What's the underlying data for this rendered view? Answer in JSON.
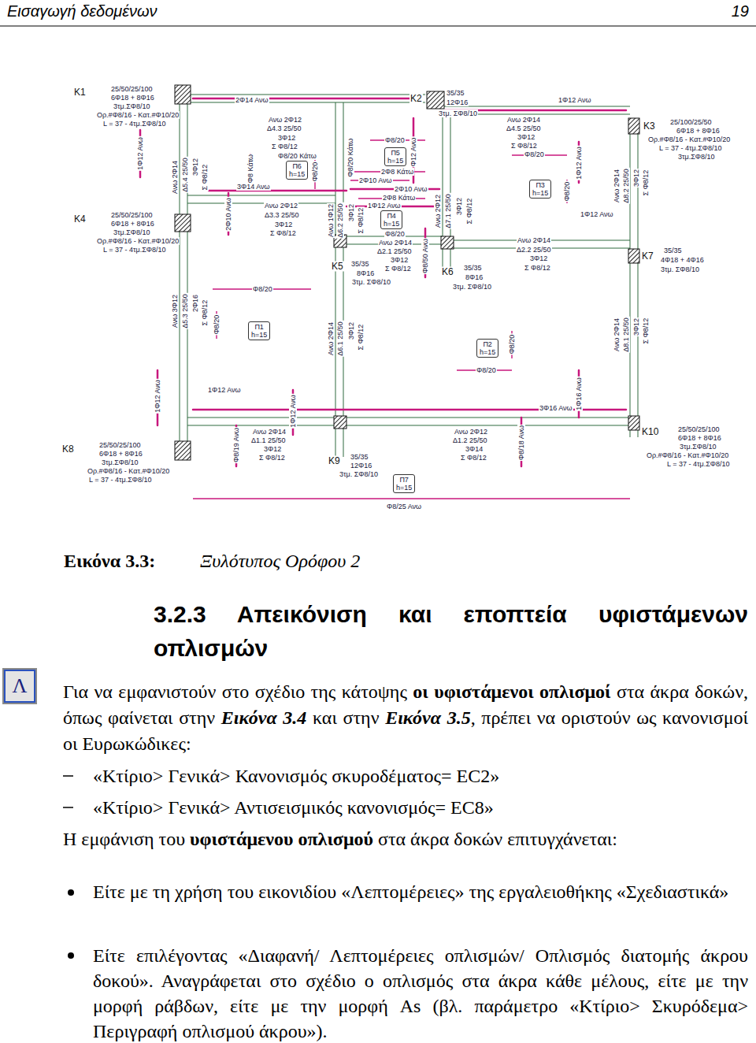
{
  "diagram": {
    "title": "3.2.3 Απεικόνιση και εποπτεία υφιστάμενων οπλισμών",
    "nodes": [
      {
        "text": [
          "Π5",
          "h=15"
        ]
      },
      {
        "text": [
          "Π6",
          "h=15"
        ]
      },
      {
        "text": [
          "Π3",
          "h=15"
        ]
      },
      {
        "text": [
          "Π4",
          "h=15"
        ]
      },
      {
        "text": [
          "Π1",
          "h=15"
        ]
      },
      {
        "text": [
          "Π2",
          "h=15"
        ]
      },
      {
        "text": [
          "Π7",
          "h=15"
        ]
      },
      {
        "text": [
          "Λ"
        ]
      }
    ],
    "labels": [
      "Εισαγωγή δεδομένων",
      "19",
      "K1",
      "25/50/25/100",
      "6Φ18 + 8Φ16",
      "3τμ.ΣΦ8/10",
      "Ορ.#Φ8/16 - Κατ.#Φ10/20",
      "L = 37 - 4τμ.ΣΦ8/10",
      "1Φ12 Ανω",
      "K4",
      "25/50/25/100",
      "6Φ18 + 8Φ16",
      "3τμ.ΣΦ8/10",
      "Ορ.#Φ8/16 - Κατ.#Φ10/20",
      "L = 37 - 4τμ.ΣΦ8/10",
      "Ανω 2Φ14",
      "Δ5.4 25/50",
      "3Φ12",
      "Σ Φ8/12",
      "2Φ14 Ανω",
      "Ανω 2Φ12",
      "Δ4.3 25/50",
      "3Φ12",
      "Σ Φ8/12",
      "Φ8/20 Κάτω",
      "Φ8 Κάτω",
      "Φ8/20",
      "3Φ14 Ανω",
      "2Φ10 Ανω",
      "Ανω 2Φ12",
      "Δ3.3 25/50",
      "3Φ12",
      "Σ Φ8/12",
      "Φ8/20",
      "K2",
      "35/35",
      "12Φ16",
      "3τμ. ΣΦ8/10",
      "Φ8/20",
      "Φ8/20 Κάτω",
      "Φ12 Ανω",
      "2Φ8 Κάτω",
      "2Φ10 Ανω",
      "2Φ10 Ανω",
      "2Φ8 Κάτω",
      "1Φ12 Ανω",
      "Φ8/20",
      "Ανω 1Φ12",
      "Δ6.2 25/50",
      "3Φ12",
      "Σ Φ8/12",
      "Ανω 2Φ14",
      "Δ2.1 25/50",
      "3Φ12",
      "Σ Φ8/12",
      "Φ8/50 Ανω",
      "Ανω 2Φ12",
      "Δ7.1 25/50",
      "3Φ12",
      "Σ Φ8/12",
      "K5",
      "35/35",
      "8Φ16",
      "3τμ. ΣΦ8/10",
      "K6",
      "35/35",
      "8Φ16",
      "3τμ. ΣΦ8/10",
      "Ανω 3Φ12",
      "Δ5.3 25/50",
      "2Φ16",
      "Σ Φ8/12",
      "Φ8/20",
      "Ανω 2Φ14",
      "Δ6.1 25/50",
      "3Φ12",
      "Σ Φ8/12",
      "K3",
      "25/100/25/50",
      "6Φ18 + 8Φ16",
      "Ορ.#Φ8/16 - Κατ.#Φ10/20",
      "L = 37 - 4τμ.ΣΦ8/10",
      "3τμ.ΣΦ8/10",
      "1Φ12 Ανω",
      "Ανω 2Φ14",
      "Δ4.5 25/50",
      "3Φ12",
      "Σ Φ8/12",
      "Φ8/20",
      "1Φ12 Ανω",
      "Φ8/20",
      "1Φ12 Ανω",
      "Ανω 2Φ14",
      "Δ8.2 25/50",
      "3Φ12",
      "Σ Φ8/12",
      "K7",
      "35/35",
      "4Φ18 + 4Φ16",
      "3τμ. ΣΦ8/10",
      "Ανω 2Φ14",
      "Δ2.2 25/50",
      "3Φ12",
      "Σ Φ8/12",
      "Ανω 2Φ14",
      "Δ8.1 25/50",
      "3Φ12",
      "Σ Φ8/12",
      "Φ8/20",
      "Φ8/20",
      "1Φ16 Ανω",
      "3Φ16 Ανω",
      "1Φ12 Ανω",
      "1Φ12 Ανω",
      "1Φ12 Ανω",
      "Φ8/19 Ανω",
      "Ανω 2Φ14",
      "Δ1.1 25/50",
      "3Φ12",
      "Σ Φ8/12",
      "K8",
      "25/50/25/100",
      "6Φ18 + 8Φ16",
      "3τμ.ΣΦ8/10",
      "Ορ.#Φ8/16 - Κατ.#Φ10/20",
      "L = 37 - 4τμ.ΣΦ8/10",
      "K9",
      "35/35",
      "12Φ16",
      "3τμ. ΣΦ8/10",
      "Ανω 2Φ12",
      "Δ1.2 25/50",
      "3Φ14",
      "Σ Φ8/12",
      "Φ8/18 Ανω",
      "K10",
      "25/50/25/100",
      "6Φ18 + 8Φ16",
      "3τμ.ΣΦ8/10",
      "Ορ.#Φ8/16 - Κατ.#Φ10/20",
      "L = 37 - 4τμ.ΣΦ8/10",
      "Φ8/25 Ανω",
      "Εικόνα 3.3:",
      "Ξυλότυπος Ορόφου 2",
      "Για να εμφανιστούν στο σχέδιο της κάτοψης",
      "οι υφιστάμενοι οπλισμοί",
      "στα άκρα δοκών, όπως φαίνεται στην",
      "Εικόνα 3.4",
      "και στην",
      "Εικόνα 3.5",
      ", πρέπει να οριστούν ως κανονισμοί οι Ευρωκώδικες:",
      "«Κτίριο> Γενικά> Κανονισμός σκυροδέματος= EC2»",
      "«Κτίριο> Γενικά> Αντισεισμικός κανονισμός= EC8»",
      "Η εμφάνιση του",
      "υφιστάμενου οπλισμού",
      "στα άκρα δοκών επιτυγχάνεται:",
      "Είτε με τη χρήση του εικονιδίου «Λεπτομέρειες» της εργαλειοθήκης «Σχεδιαστικά»",
      "Είτε επιλέγοντας «Διαφανή/ Λεπτομέρειες οπλισμών/ Οπλισμός διατομής άκρου δοκού». Αναγράφεται στο σχέδιο ο οπλισμός στα άκρα κάθε μέλους, είτε με την μορφή ράβδων, είτε με την μορφή As (βλ. παράμετρο «Κτίριο> Σκυρόδεμα> Περιγραφή οπλισμού άκρου»)."
    ]
  }
}
